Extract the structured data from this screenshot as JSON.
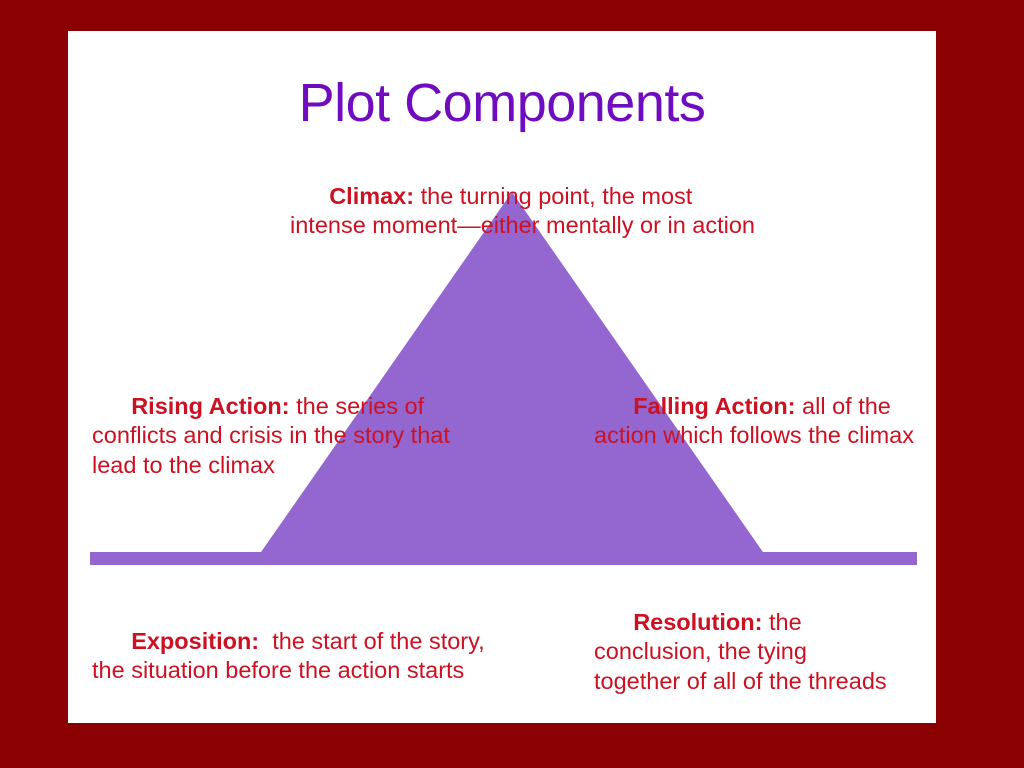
{
  "slide": {
    "title": "Plot Components",
    "background_color": "#8B0000",
    "canvas_color": "#FFFFFF",
    "title_color": "#6F0CC0",
    "text_color": "#CC1122",
    "shape_color": "#9366D0"
  },
  "diagram": {
    "name": "plot-diagram-freytag-pyramid",
    "triangle": {
      "apex_label": "Climax",
      "left_base_label": "Exposition",
      "right_base_label": "Resolution"
    }
  },
  "callouts": {
    "climax": {
      "lead": "Climax:",
      "body": " the turning point, the most intense moment—either mentally or in action"
    },
    "rising_action": {
      "lead": "Rising Action:",
      "body": " the series of conflicts and crisis in the story that lead to the climax"
    },
    "falling_action": {
      "lead": "Falling Action:",
      "body": " all of the action which follows the climax"
    },
    "exposition": {
      "lead": "Exposition:",
      "body": "  the start of the story, the situation before the action starts"
    },
    "resolution": {
      "lead": "Resolution:",
      "body": " the conclusion, the tying together of all of the threads"
    }
  }
}
